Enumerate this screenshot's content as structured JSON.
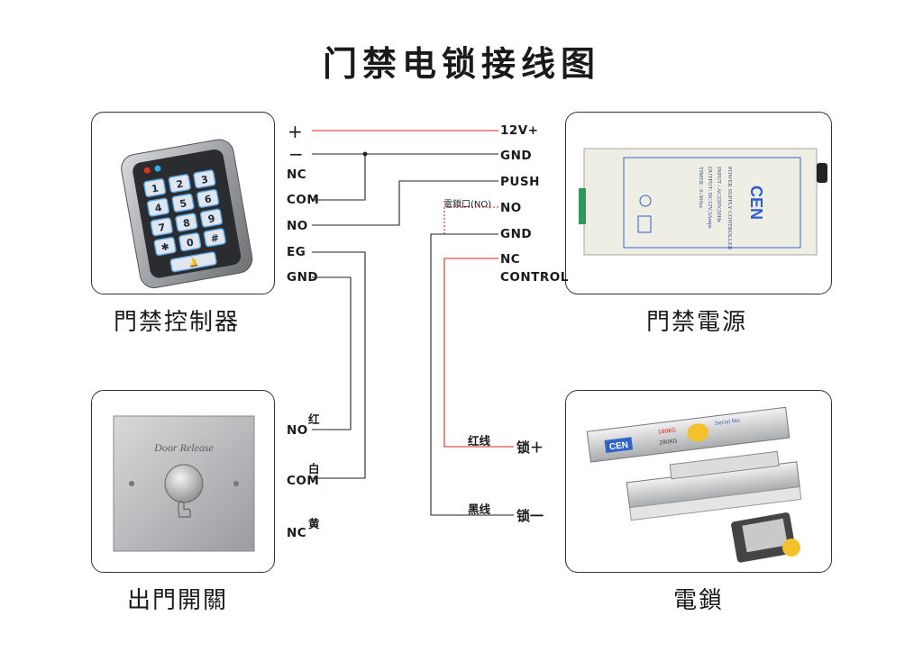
{
  "title": "门禁电锁接线图",
  "captions": {
    "keypad": "門禁控制器",
    "power": "門禁電源",
    "exit": "出門開關",
    "lock": "電鎖"
  },
  "keypad_terminals": [
    "+",
    "−",
    "NC",
    "COM",
    "NO",
    "EG",
    "GND"
  ],
  "power_terminals": [
    "12V+",
    "GND",
    "PUSH",
    "NO",
    "GND",
    "NC",
    "CONTROL"
  ],
  "power_no_note": "電鎖口(NO)",
  "exit_terminals": [
    {
      "label": "NO",
      "color": "红"
    },
    {
      "label": "COM",
      "color": "白"
    },
    {
      "label": "NC",
      "color": "黄"
    }
  ],
  "lock_wires": [
    {
      "color_label": "红线",
      "terminal": "锁＋"
    },
    {
      "color_label": "黑线",
      "terminal": "锁一"
    }
  ],
  "keypad_keys": [
    "1",
    "2",
    "3",
    "4",
    "5",
    "6",
    "7",
    "8",
    "9",
    "✱",
    "0",
    "#"
  ],
  "keypad_bell": "🔔",
  "power_device": {
    "brand": "CEN",
    "lines": [
      "POWER SUPPLY CONTROLLER",
      "INPUT : AC220V,50Hz",
      "OUTPUT: DC12V,3Amps",
      "TIMER : 0-30Sec"
    ]
  },
  "exit_device": {
    "label": "Door Release"
  },
  "lock_device": {
    "brand": "CEN",
    "serial": "Serial No:",
    "spec_a": "180KG",
    "spec_b": "280KG"
  },
  "colors": {
    "red_wire": "#d9261c",
    "black_wire": "#222222",
    "dotted_wire": "#d9261c"
  }
}
